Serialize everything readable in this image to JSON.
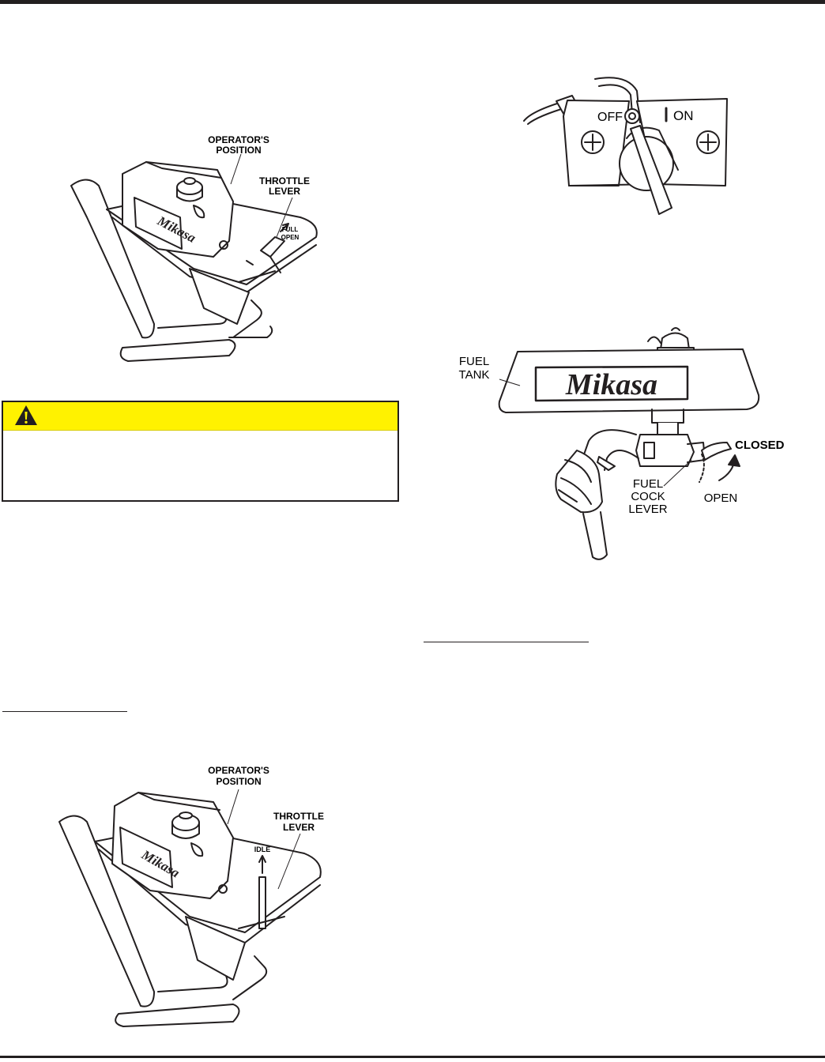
{
  "figures": {
    "throttle_full_open": {
      "label_operator": [
        "OPERATOR'S",
        "POSITION"
      ],
      "label_throttle": [
        "THROTTLE",
        "LEVER"
      ],
      "label_setting": [
        "FULL",
        "OPEN"
      ],
      "brand": "Mikasa"
    },
    "throttle_idle": {
      "label_operator": [
        "OPERATOR'S",
        "POSITION"
      ],
      "label_throttle": [
        "THROTTLE",
        "LEVER"
      ],
      "label_setting": "IDLE",
      "brand": "Mikasa"
    },
    "engine_switch": {
      "off_label": "OFF",
      "on_label": "ON"
    },
    "fuel_tank": {
      "brand": "Mikasa",
      "tank_label": [
        "FUEL",
        "TANK"
      ],
      "lever_label": [
        "FUEL",
        "COCK",
        "LEVER"
      ],
      "closed_label": "CLOSED",
      "open_label": "OPEN"
    }
  },
  "warning": {
    "icon": "warning-triangle-icon",
    "band_color": "#fff200"
  },
  "colors": {
    "ink": "#231f20",
    "warning_yellow": "#fff200"
  }
}
